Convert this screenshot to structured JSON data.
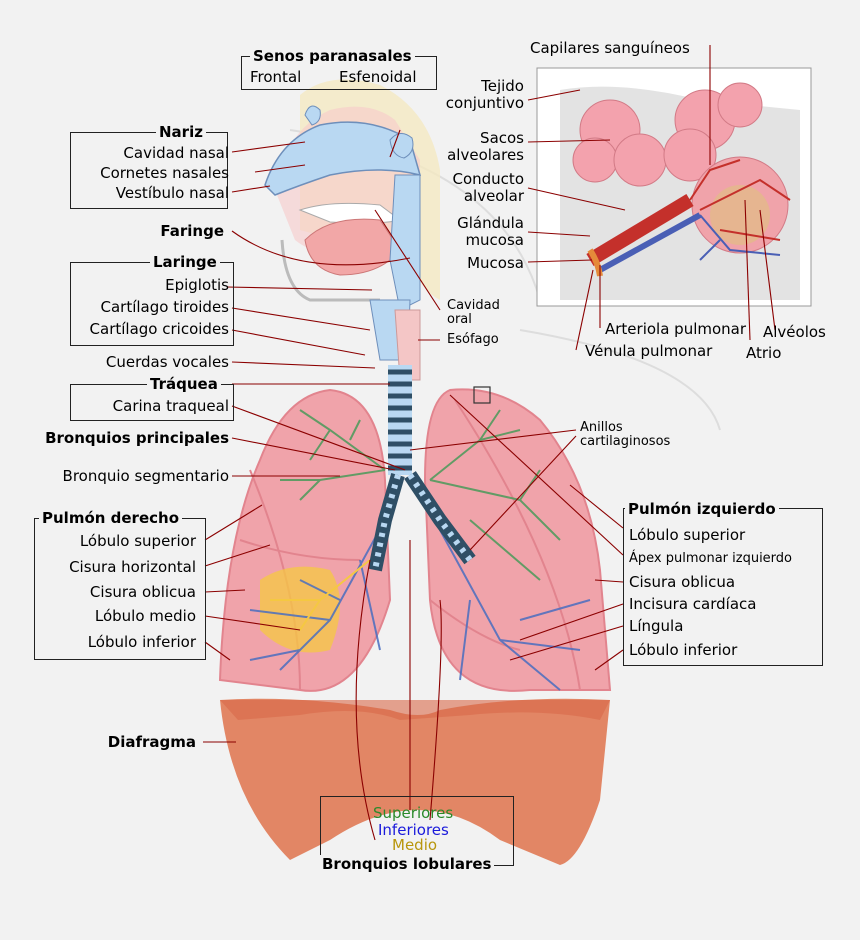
{
  "labels": {
    "senos_title": "Senos paranasales",
    "frontal": "Frontal",
    "esfenoidal": "Esfenoidal",
    "nariz": "Nariz",
    "cavidad_nasal": "Cavidad nasal",
    "cornetes": "Cornetes nasales",
    "vestibulo": "Vestíbulo nasal",
    "faringe": "Faringe",
    "laringe": "Laringe",
    "epiglotis": "Epiglotis",
    "tiroides": "Cartílago tiroides",
    "cricoides": "Cartílago cricoides",
    "cuerdas": "Cuerdas vocales",
    "traquea": "Tráquea",
    "carina": "Carina traqueal",
    "bronquios_principales": "Bronquios principales",
    "bronquio_segmentario": "Bronquio segmentario",
    "pulmon_derecho": "Pulmón derecho",
    "r_lobulo_superior": "Lóbulo superior",
    "cisura_horizontal": "Cisura horizontal",
    "r_cisura_oblicua": "Cisura oblicua",
    "lobulo_medio": "Lóbulo medio",
    "r_lobulo_inferior": "Lóbulo inferior",
    "diafragma": "Diafragma",
    "cavidad_oral_1": "Cavidad",
    "cavidad_oral_2": "oral",
    "esofago": "Esófago",
    "capilares": "Capilares sanguíneos",
    "tejido_1": "Tejido",
    "tejido_2": "conjuntivo",
    "sacos_1": "Sacos",
    "sacos_2": "alveolares",
    "conducto_1": "Conducto",
    "conducto_2": "alveolar",
    "glandula_1": "Glándula",
    "glandula_2": "mucosa",
    "mucosa": "Mucosa",
    "arteriola": "Arteriola pulmonar",
    "venula": "Vénula pulmonar",
    "alveolos": "Alvéolos",
    "atrio": "Atrio",
    "anillos_1": "Anillos",
    "anillos_2": "cartilaginosos",
    "pulmon_izquierdo": "Pulmón izquierdo",
    "l_lobulo_superior": "Lóbulo superior",
    "apex": "Ápex pulmonar izquierdo",
    "l_cisura_oblicua": "Cisura oblicua",
    "incisura": "Incisura cardíaca",
    "lingula": "Língula",
    "l_lobulo_inferior": "Lóbulo inferior",
    "superiores": "Superiores",
    "inferiores": "Inferiores",
    "medio": "Medio",
    "bronquios_lobulares": "Bronquios lobulares"
  },
  "colors": {
    "lung": "#f0a3aa",
    "lung_dark": "#e2848e",
    "diaphragm": "#e07a55",
    "airway": "#b9d8f2",
    "trachea_ring": "#2f4f66",
    "green_bronchi": "#4a9a5a",
    "blue_bronchi": "#4a6ec0",
    "yellow_bronchi": "#f5c842",
    "leader": "#8b0000",
    "label_green": "#2a8a2a",
    "label_blue": "#1a1adb",
    "label_gold": "#b8960c"
  }
}
